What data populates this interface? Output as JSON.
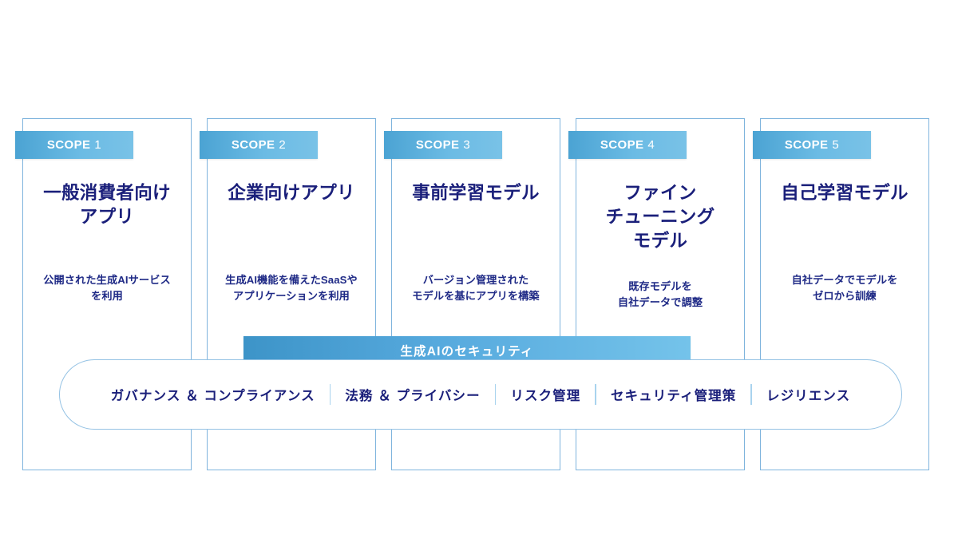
{
  "scopes": [
    {
      "badge_word": "SCOPE",
      "badge_num": "1",
      "title": "一般消費者向け\nアプリ",
      "desc": "公開された生成AIサービス\nを利用"
    },
    {
      "badge_word": "SCOPE",
      "badge_num": "2",
      "title": "企業向けアプリ",
      "desc": "生成AI機能を備えたSaaSや\nアプリケーションを利用"
    },
    {
      "badge_word": "SCOPE",
      "badge_num": "3",
      "title": "事前学習モデル",
      "desc": "バージョン管理された\nモデルを基にアプリを構築"
    },
    {
      "badge_word": "SCOPE",
      "badge_num": "4",
      "title": "ファイン\nチューニング\nモデル",
      "desc": "既存モデルを\n自社データで調整"
    },
    {
      "badge_word": "SCOPE",
      "badge_num": "5",
      "title": "自己学習モデル",
      "desc": "自社データでモデルを\nゼロから訓練"
    }
  ],
  "security_banner": {
    "label": "生成AIのセキュリティ"
  },
  "pill": {
    "items": [
      "ガバナンス ＆ コンプライアンス",
      "法務 ＆ プライバシー",
      "リスク管理",
      "セキュリティ管理策",
      "レジリエンス"
    ]
  },
  "colors": {
    "card_border": "#7fb4dd",
    "badge_gradient_from": "#4ba3d3",
    "badge_gradient_to": "#79c2e7",
    "banner_gradient_from": "#3d94c8",
    "banner_gradient_to": "#74c3ea",
    "title_navy": "#1a1f7a",
    "pill_border": "#94c2e4",
    "pill_separator": "#a9d3ee",
    "background": "#ffffff"
  }
}
